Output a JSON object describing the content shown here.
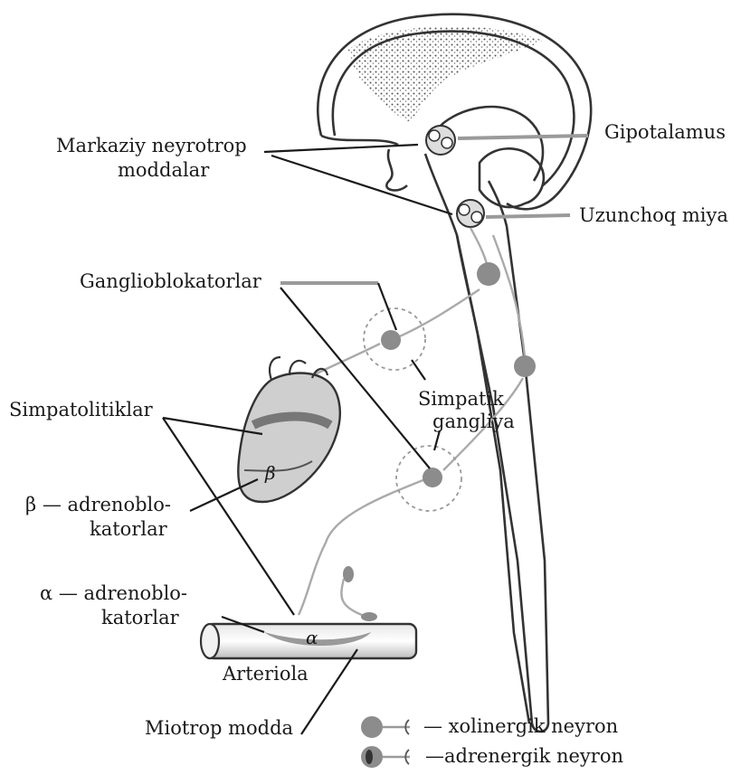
{
  "labels": {
    "markaziy_1": "Markaziy neyrotrop",
    "markaziy_2": "moddalar",
    "gipotalamus": "Gipotalamus",
    "uzunchoq": "Uzunchoq miya",
    "ganglioblokatorlar": "Ganglioblokatorlar",
    "simpatolitiklar": "Simpatolitiklar",
    "simpatik_1": "Simpatik",
    "simpatik_2": "gangliya",
    "beta_1": "β — adrenoblo-",
    "beta_2": "katorlar",
    "alpha_1": "α — adrenoblo-",
    "alpha_2": "katorlar",
    "arteriola": "Arteriola",
    "miotrop": "Miotrop modda",
    "beta_symbol": "β",
    "alpha_symbol": "α"
  },
  "legend": {
    "xolinergik": "— xolinergik neyron",
    "adrenergik": "—adrenergik neyron"
  }
}
